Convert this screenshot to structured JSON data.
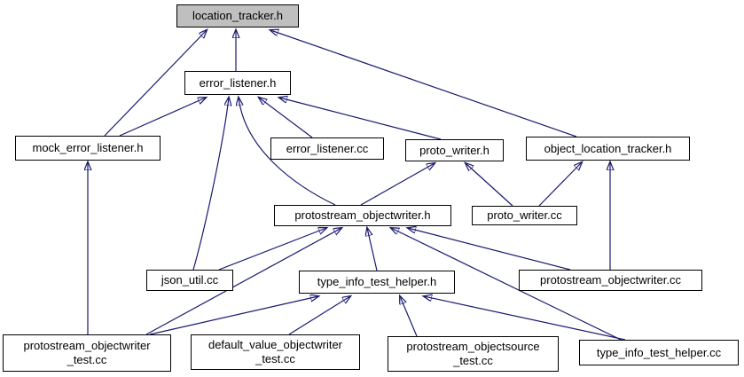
{
  "figure": {
    "kind": "include-dependency-graph",
    "root": "location_tracker.h"
  },
  "colors": {
    "edge": "#191970",
    "node_fill": "#ffffff",
    "node_border": "#000000",
    "root_fill": "#bfbfbf",
    "text": "#000000",
    "background": "#ffffff"
  },
  "nodes": {
    "location_tracker_h": {
      "label": "location_tracker.h",
      "highlighted": true
    },
    "error_listener_h": {
      "label": "error_listener.h"
    },
    "mock_error_listener_h": {
      "label": "mock_error_listener.h"
    },
    "error_listener_cc": {
      "label": "error_listener.cc"
    },
    "proto_writer_h": {
      "label": "proto_writer.h"
    },
    "object_location_tracker_h": {
      "label": "object_location_tracker.h"
    },
    "protostream_objectwriter_h": {
      "label": "protostream_objectwriter.h"
    },
    "proto_writer_cc": {
      "label": "proto_writer.cc"
    },
    "json_util_cc": {
      "label": "json_util.cc"
    },
    "type_info_test_helper_h": {
      "label": "type_info_test_helper.h"
    },
    "protostream_objectwriter_cc": {
      "label": "protostream_objectwriter.cc"
    },
    "protostream_objectwriter_test_cc": {
      "label": "protostream_objectwriter\n_test.cc"
    },
    "default_value_objectwriter_test_cc": {
      "label": "default_value_objectwriter\n_test.cc"
    },
    "protostream_objectsource_test_cc": {
      "label": "protostream_objectsource\n_test.cc"
    },
    "type_info_test_helper_cc": {
      "label": "type_info_test_helper.cc"
    }
  },
  "edges": [
    {
      "from": "error_listener.h",
      "to": "location_tracker.h"
    },
    {
      "from": "mock_error_listener.h",
      "to": "location_tracker.h"
    },
    {
      "from": "object_location_tracker.h",
      "to": "location_tracker.h"
    },
    {
      "from": "mock_error_listener.h",
      "to": "error_listener.h"
    },
    {
      "from": "json_util.cc",
      "to": "error_listener.h"
    },
    {
      "from": "protostream_objectwriter.h",
      "to": "error_listener.h"
    },
    {
      "from": "error_listener.cc",
      "to": "error_listener.h"
    },
    {
      "from": "proto_writer.h",
      "to": "error_listener.h"
    },
    {
      "from": "protostream_objectwriter.h",
      "to": "proto_writer.h"
    },
    {
      "from": "proto_writer.cc",
      "to": "proto_writer.h"
    },
    {
      "from": "proto_writer.cc",
      "to": "object_location_tracker.h"
    },
    {
      "from": "protostream_objectwriter.cc",
      "to": "object_location_tracker.h"
    },
    {
      "from": "protostream_objectwriter_test.cc",
      "to": "mock_error_listener.h"
    },
    {
      "from": "json_util.cc",
      "to": "protostream_objectwriter.h"
    },
    {
      "from": "protostream_objectwriter_test.cc",
      "to": "protostream_objectwriter.h"
    },
    {
      "from": "type_info_test_helper.h",
      "to": "protostream_objectwriter.h"
    },
    {
      "from": "protostream_objectwriter.cc",
      "to": "protostream_objectwriter.h"
    },
    {
      "from": "type_info_test_helper.cc",
      "to": "protostream_objectwriter.h"
    },
    {
      "from": "protostream_objectwriter_test.cc",
      "to": "type_info_test_helper.h"
    },
    {
      "from": "default_value_objectwriter_test.cc",
      "to": "type_info_test_helper.h"
    },
    {
      "from": "protostream_objectsource_test.cc",
      "to": "type_info_test_helper.h"
    },
    {
      "from": "type_info_test_helper.cc",
      "to": "type_info_test_helper.h"
    }
  ]
}
